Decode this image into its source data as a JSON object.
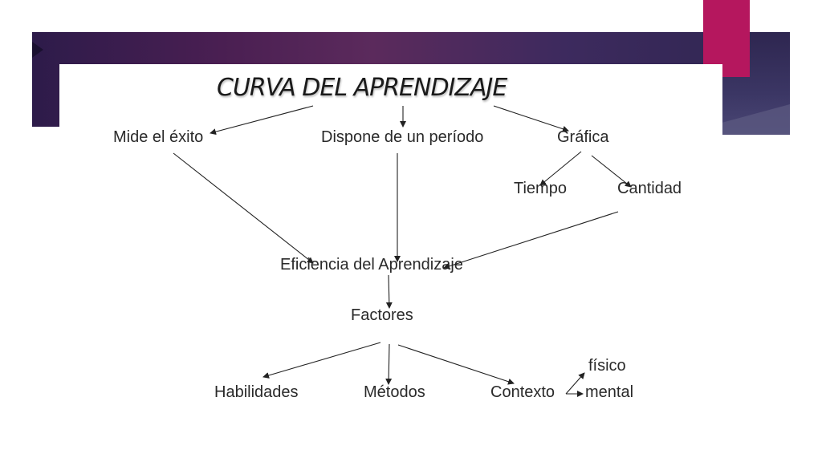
{
  "diagram": {
    "title": "CURVA DEL APRENDIZAJE",
    "nodes": {
      "mide": "Mide el éxito",
      "dispone": "Dispone de un período",
      "grafica": "Gráfica",
      "tiempo": "Tiempo",
      "cantidad": "Cantidad",
      "eficiencia": "Eficiencia del Aprendizaje",
      "factores": "Factores",
      "habilidades": "Habilidades",
      "metodos": "Métodos",
      "contexto": "Contexto",
      "fisico": "físico",
      "mental": "mental"
    },
    "edges": [
      [
        "title",
        "mide"
      ],
      [
        "title",
        "dispone"
      ],
      [
        "title",
        "grafica"
      ],
      [
        "grafica",
        "tiempo"
      ],
      [
        "grafica",
        "cantidad"
      ],
      [
        "mide",
        "eficiencia"
      ],
      [
        "dispone",
        "eficiencia"
      ],
      [
        "cantidad",
        "eficiencia"
      ],
      [
        "eficiencia",
        "factores"
      ],
      [
        "factores",
        "habilidades"
      ],
      [
        "factores",
        "metodos"
      ],
      [
        "factores",
        "contexto"
      ],
      [
        "contexto",
        "fisico"
      ],
      [
        "contexto",
        "mental"
      ]
    ]
  },
  "colors": {
    "accent": "#b5175e",
    "banner": "#4a1f52",
    "text": "#2a2a2a"
  }
}
